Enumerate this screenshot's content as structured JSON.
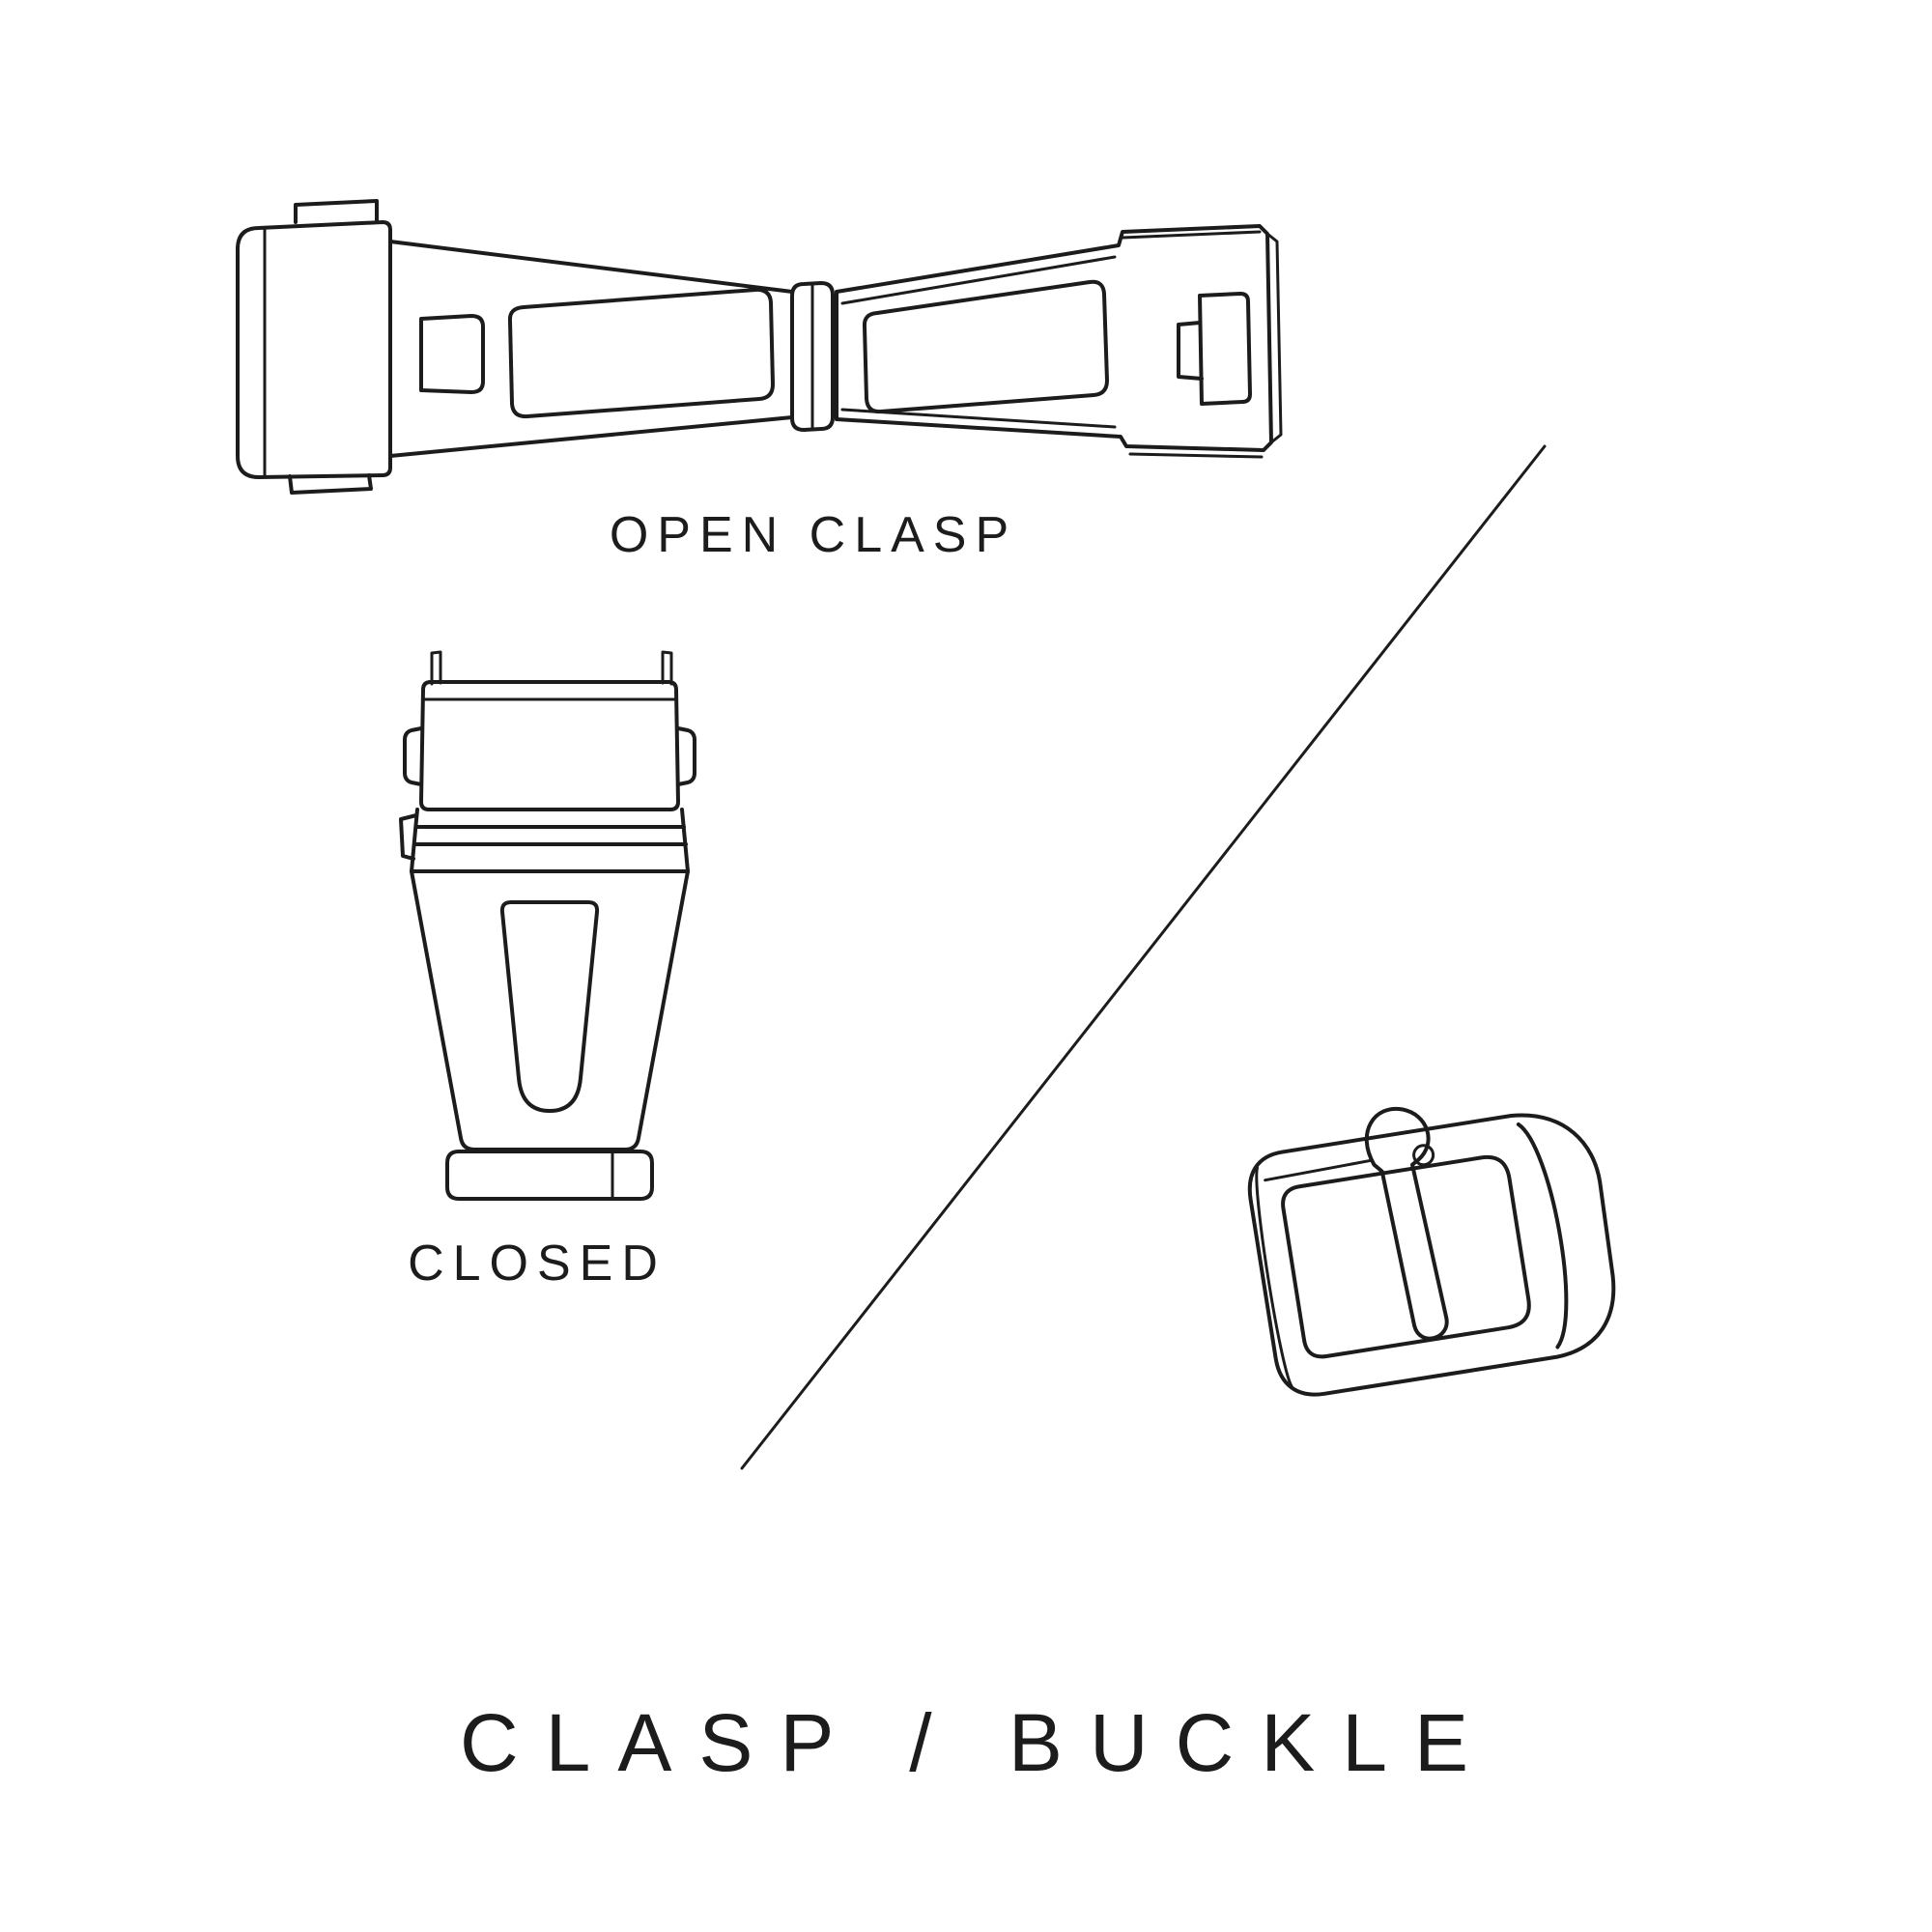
{
  "title": "CLASP / BUCKLE",
  "figures": {
    "open_clasp": {
      "label": "OPEN CLASP"
    },
    "closed_clasp": {
      "label": "CLOSED"
    }
  },
  "colors": {
    "ink": "#1c1c1c",
    "background": "#ffffff"
  }
}
